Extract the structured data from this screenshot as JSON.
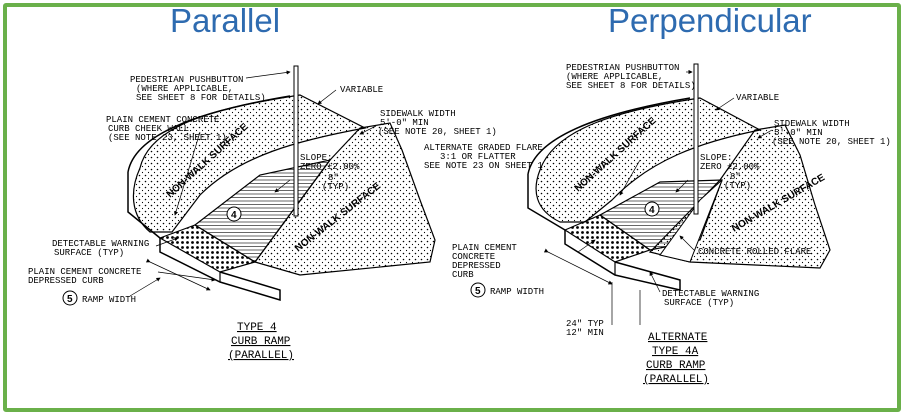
{
  "headings": {
    "left": "Parallel",
    "right": "Perpendicular"
  },
  "left": {
    "pushbutton": [
      "PEDESTRIAN PUSHBUTTON",
      "(WHERE APPLICABLE,",
      "SEE SHEET 8 FOR DETAILS)"
    ],
    "variable": "VARIABLE",
    "cheek_wall": [
      "PLAIN CEMENT CONCRETE",
      "CURB CHEEK WALL",
      "(SEE NOTE 23, SHEET 1)."
    ],
    "sidewalk_width": [
      "SIDEWALK WIDTH",
      "5'-0\" MIN",
      "(SEE NOTE 20, SHEET 1)"
    ],
    "slope": [
      "SLOPE:",
      "ZERO ±2.00%"
    ],
    "dim8": [
      "8\"",
      "(TYP)"
    ],
    "nonwalk1": "NON-WALK SURFACE",
    "nonwalk2": "NON-WALK SURFACE",
    "marker4": "4",
    "detectable": [
      "DETECTABLE WARNING",
      "SURFACE (TYP)"
    ],
    "depressed_curb": [
      "PLAIN CEMENT CONCRETE",
      "DEPRESSED CURB"
    ],
    "marker5": "5",
    "ramp_width": "RAMP WIDTH",
    "title": [
      "TYPE 4",
      "CURB RAMP",
      "(PARALLEL)"
    ]
  },
  "right": {
    "pushbutton": [
      "PEDESTRIAN PUSHBUTTON",
      "(WHERE APPLICABLE,",
      "SEE SHEET 8 FOR DETAILS)"
    ],
    "variable": "VARIABLE",
    "sidewalk_width": [
      "SIDEWALK WIDTH",
      "5'-0\" MIN",
      "(SEE NOTE 20, SHEET 1)"
    ],
    "graded_flare": [
      "ALTERNATE GRADED FLARE",
      "3:1 OR FLATTER",
      "SEE NOTE 23 ON SHEET 1"
    ],
    "slope": [
      "SLOPE:",
      "ZERO ±2.00%"
    ],
    "dim8": [
      "8\"",
      "(TYP)"
    ],
    "nonwalk1": "NON-WALK SURFACE",
    "nonwalk2": "NON-WALK SURFACE",
    "marker4": "4",
    "depressed_curb": [
      "PLAIN CEMENT",
      "CONCRETE",
      "DEPRESSED",
      "CURB"
    ],
    "rolled_flare": "CONCRETE ROLLED FLARE",
    "marker5": "5",
    "ramp_width": "RAMP WIDTH",
    "detectable": [
      "DETECTABLE WARNING",
      "SURFACE (TYP)"
    ],
    "dim24": [
      "24\" TYP",
      "12\" MIN"
    ],
    "title": [
      "ALTERNATE",
      "TYPE 4A",
      "CURB RAMP",
      "(PARALLEL)"
    ]
  }
}
